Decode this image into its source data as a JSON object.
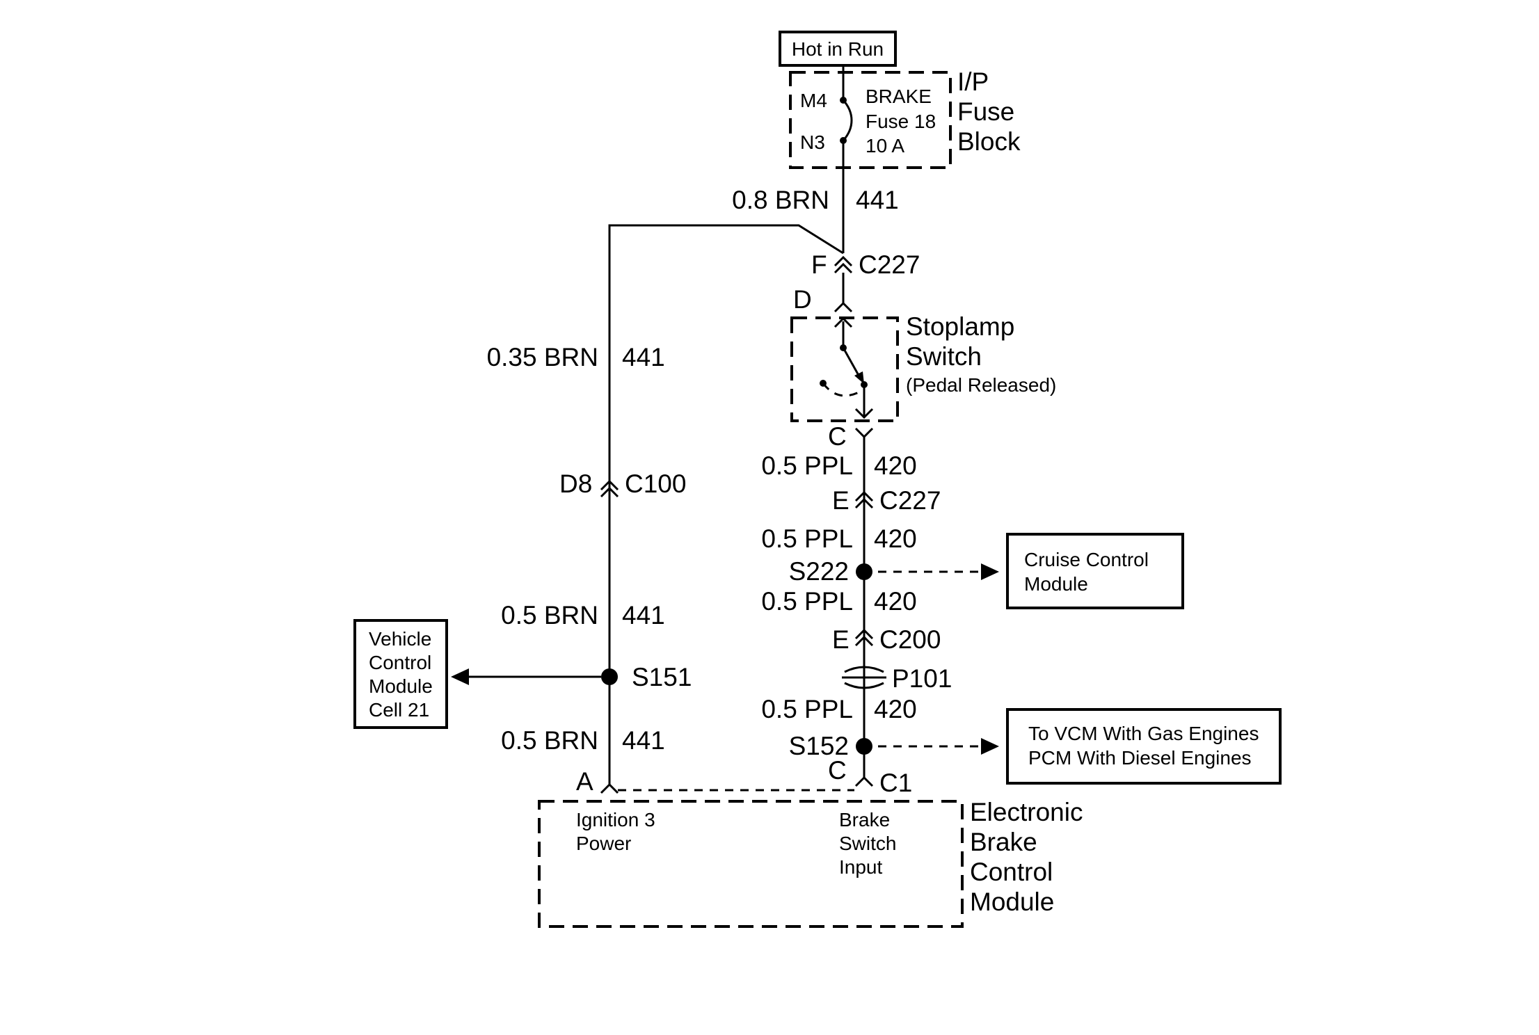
{
  "fuse_block": {
    "hot_label": "Hot in Run",
    "pin_top": "M4",
    "pin_bottom": "N3",
    "fuse_line1": "BRAKE",
    "fuse_line2": "Fuse 18",
    "fuse_line3": "10 A",
    "title_line1": "I/P",
    "title_line2": "Fuse",
    "title_line3": "Block"
  },
  "wires": {
    "main_top": {
      "gauge_color": "0.8 BRN",
      "circuit": "441"
    },
    "left_upper": {
      "gauge_color": "0.35 BRN",
      "circuit": "441"
    },
    "left_mid": {
      "gauge_color": "0.5 BRN",
      "circuit": "441"
    },
    "left_low": {
      "gauge_color": "0.5 BRN",
      "circuit": "441"
    },
    "right_1": {
      "gauge_color": "0.5 PPL",
      "circuit": "420"
    },
    "right_2": {
      "gauge_color": "0.5 PPL",
      "circuit": "420"
    },
    "right_3": {
      "gauge_color": "0.5 PPL",
      "circuit": "420"
    },
    "right_4": {
      "gauge_color": "0.5 PPL",
      "circuit": "420"
    }
  },
  "connectors": {
    "c227_top": {
      "pin": "F",
      "name": "C227"
    },
    "c227_bottom": {
      "pin": "E",
      "name": "C227"
    },
    "c100": {
      "pin": "D8",
      "name": "C100"
    },
    "c200": {
      "pin": "E",
      "name": "C200"
    },
    "p101": {
      "name": "P101"
    },
    "ebcm_a": {
      "pin": "A"
    },
    "ebcm_c": {
      "pin": "C",
      "name": "C1"
    }
  },
  "stoplamp_switch": {
    "pin_in": "D",
    "pin_out": "C",
    "title_line1": "Stoplamp",
    "title_line2": "Switch",
    "state": "(Pedal Released)"
  },
  "splices": {
    "s151": "S151",
    "s222": "S222",
    "s152": "S152"
  },
  "modules": {
    "vcm": {
      "line1": "Vehicle",
      "line2": "Control",
      "line3": "Module",
      "line4": "Cell 21"
    },
    "cruise": {
      "line1": "Cruise Control",
      "line2": "Module"
    },
    "vcm_pcm": {
      "line1": "To VCM With Gas Engines",
      "line2": "PCM With Diesel Engines"
    }
  },
  "ebcm": {
    "input_a_line1": "Ignition 3",
    "input_a_line2": "Power",
    "input_c_line1": "Brake",
    "input_c_line2": "Switch",
    "input_c_line3": "Input",
    "title_line1": "Electronic",
    "title_line2": "Brake",
    "title_line3": "Control",
    "title_line4": "Module"
  }
}
